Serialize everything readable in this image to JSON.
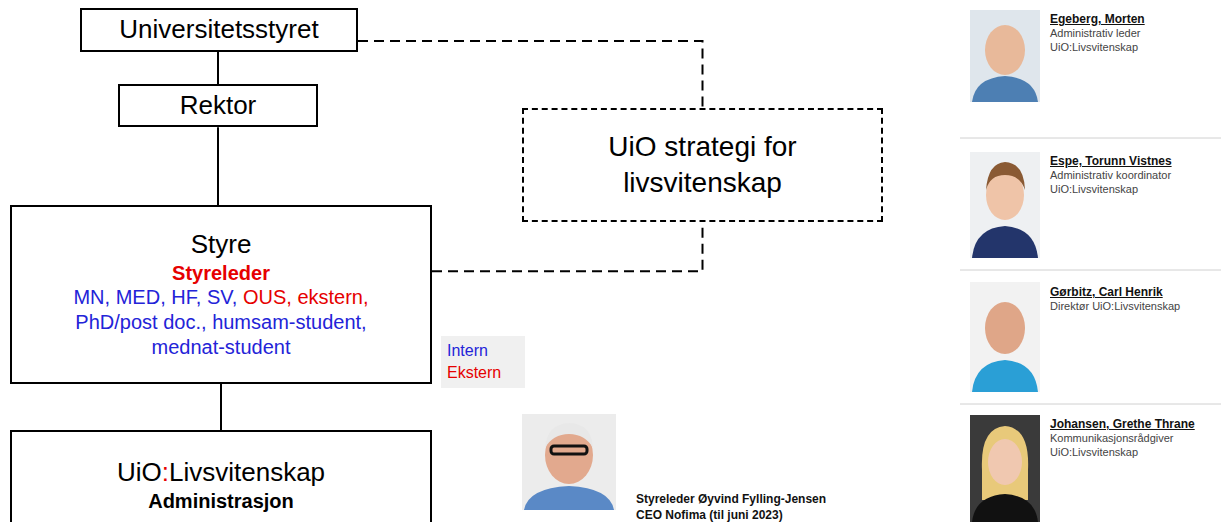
{
  "diagram": {
    "nodes": [
      {
        "text": [
          "Universitetsstyret"
        ]
      },
      {
        "text": [
          "Rektor"
        ]
      },
      {
        "text": [
          "UiO strategi for livsvitenskap"
        ]
      },
      {
        "text": [
          "Styre",
          "Styreleder",
          "MN,",
          "MED,",
          "HF,",
          "SV,",
          "OUS,",
          "ekstern,",
          "PhD/post doc.,",
          "humsam-student,",
          "mednat-student"
        ]
      },
      {
        "text": [
          "UiO:Livsvitenskap",
          "Administrasjon"
        ]
      }
    ],
    "edges": [
      {
        "from": 0,
        "to": 1,
        "arrow": "none"
      },
      {
        "from": 0,
        "to": 2,
        "arrow": "none"
      },
      {
        "from": 1,
        "to": 3,
        "arrow": "none"
      },
      {
        "from": 3,
        "to": 2,
        "arrow": "none"
      },
      {
        "from": 3,
        "to": 4,
        "arrow": "none"
      }
    ],
    "labels": [
      "Egeberg, Morten",
      "Administrativ leder",
      "UiO:Livsvitenskap",
      "Espe, Torunn Vistnes",
      "Administrativ koordinator",
      "UiO:Livsvitenskap",
      "Gørbitz, Carl Henrik",
      "Direktør UiO:Livsvitenskap",
      "Johansen, Grethe Thrane",
      "Kommunikasjonsrådgiver",
      "UiO:Livsvitenskap",
      "Styreleder Øyvind Fylling-Jensen",
      "CEO Nofima (til juni 2023)"
    ],
    "legend": [
      {
        "text": "Intern",
        "color": "#2323d8"
      },
      {
        "text": "Ekstern",
        "color": "#e60000"
      }
    ]
  }
}
